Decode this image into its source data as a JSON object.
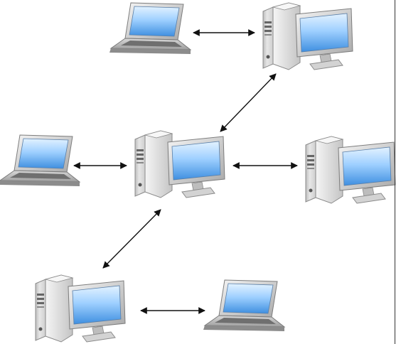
{
  "diagram": {
    "nodes": [
      {
        "id": "laptop-top",
        "kind": "laptop"
      },
      {
        "id": "desktop-top-right",
        "kind": "desktop"
      },
      {
        "id": "laptop-left",
        "kind": "laptop"
      },
      {
        "id": "desktop-center",
        "kind": "desktop"
      },
      {
        "id": "desktop-right",
        "kind": "desktop"
      },
      {
        "id": "desktop-bottom-left",
        "kind": "desktop"
      },
      {
        "id": "laptop-bottom-right",
        "kind": "laptop"
      }
    ],
    "connections": [
      {
        "from": "laptop-top",
        "to": "desktop-top-right",
        "direction": "both"
      },
      {
        "from": "desktop-top-right",
        "to": "desktop-center",
        "direction": "both"
      },
      {
        "from": "laptop-left",
        "to": "desktop-center",
        "direction": "both"
      },
      {
        "from": "desktop-center",
        "to": "desktop-right",
        "direction": "both"
      },
      {
        "from": "desktop-center",
        "to": "desktop-bottom-left",
        "direction": "both"
      },
      {
        "from": "desktop-bottom-left",
        "to": "laptop-bottom-right",
        "direction": "both"
      }
    ]
  },
  "colors": {
    "screen_top": "#dff0ff",
    "screen_bottom": "#4f9fe6",
    "case_light": "#f2f2f2",
    "case_dark": "#9a9a9a",
    "arrow": "#111111"
  }
}
